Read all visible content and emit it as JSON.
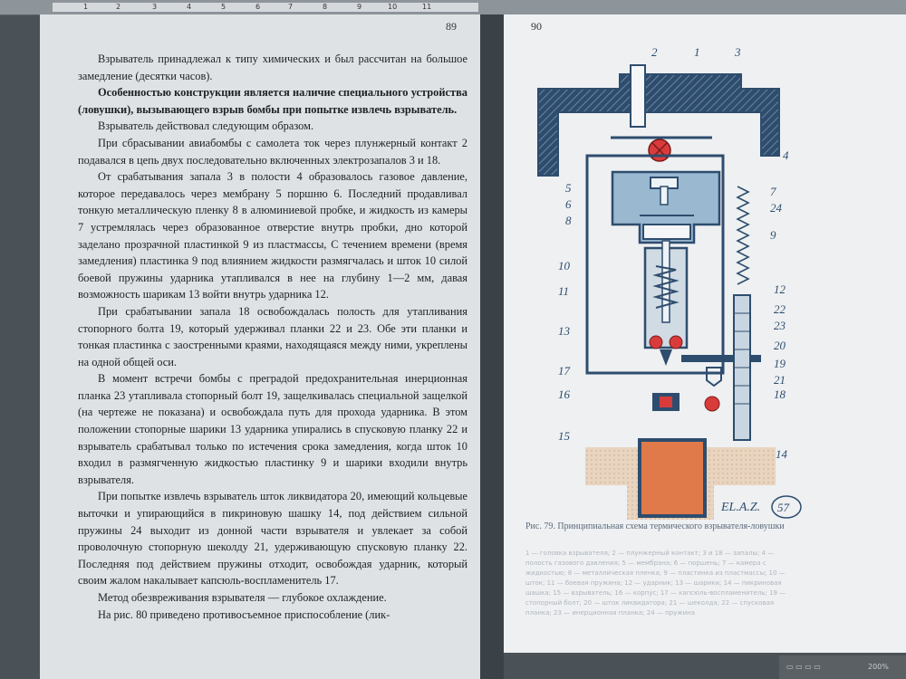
{
  "ruler": {
    "ticks": [
      "1",
      "2",
      "3",
      "4",
      "5",
      "6",
      "7",
      "8",
      "9",
      "10",
      "11"
    ]
  },
  "left_page": {
    "number": "89",
    "paragraphs": [
      {
        "text": "Взрыватель принадлежал к типу химических и был рассчитан на большое замедление (десятки часов).",
        "bold": false
      },
      {
        "text": "Особенностью конструкции является наличие специального устройства (ловушки), вызывающего взрыв бомбы при попытке извлечь взрыватель.",
        "bold": true
      },
      {
        "text": "Взрыватель действовал следующим образом.",
        "bold": false
      },
      {
        "text": "При сбрасывании авиабомбы с самолета ток через плунжерный контакт 2 подавался в цепь двух последовательно включенных электрозапалов 3 и 18.",
        "bold": false
      },
      {
        "text": "От срабатывания запала 3 в полости 4 образовалось газовое давление, которое передавалось через мембрану 5 поршню 6. Последний продавливал тонкую металлическую пленку 8 в алюминиевой пробке, и жидкость из камеры 7 устремлялась через образованное отверстие внутрь пробки, дно которой заделано прозрачной пластинкой 9 из пластмассы, С течением времени (время замедления) пластинка 9 под влиянием жидкости размягчалась и шток 10 силой боевой пружины ударника утапливался в нее на глубину 1—2 мм, давая возможность шарикам 13 войти внутрь ударника 12.",
        "bold": false
      },
      {
        "text": "При срабатывании запала 18 освобождалась полость для утапливания стопорного болта 19, который удерживал планки 22 и 23. Обе эти планки и тонкая пластинка с заостренными краями, находящаяся между ними, укреплены на одной общей оси.",
        "bold": false
      },
      {
        "text": "В момент встречи бомбы с преградой предохранительная инерционная планка 23 утапливала стопорный болт 19, защелкивалась специальной защелкой (на чертеже не показана) и освобождала путь для прохода ударника. В этом положении стопорные шарики 13 ударника упирались в спусковую планку 22 и взрыватель срабатывал только по истечения срока замедления, когда шток 10 входил в размягченную жидкостью пластинку 9 и шарики входили внутрь взрывателя.",
        "bold": false
      },
      {
        "text": "При попытке извлечь взрыватель шток ликвидатора 20, имеющий кольцевые выточки и упирающийся в пикриновую шашку 14, под действием сильной пружины 24 выходит из донной части взрывателя и увлекает за собой проволочную стопорную шеколду 21, удерживающую спусковую планку 22. Последняя под действием пружины отходит, освобождая ударник, который своим жалом накалывает капсюль-воспламенитель 17.",
        "bold": false
      },
      {
        "text": "Метод обезвреживания взрывателя — глубокое охлаждение.",
        "bold": false
      },
      {
        "text": "На рис. 80 приведено противосъемное приспособление (лик-",
        "bold": false
      }
    ]
  },
  "right_page": {
    "number": "90",
    "figure_labels": [
      "1",
      "2",
      "3",
      "4",
      "5",
      "6",
      "7",
      "8",
      "9",
      "10",
      "11",
      "12",
      "13",
      "14",
      "15",
      "16",
      "17",
      "18",
      "19",
      "20",
      "21",
      "22",
      "23",
      "24"
    ],
    "signature": "EL.A.Z.",
    "stamp_number": "57",
    "caption": "Рис. 79. Принципиальная схема термического взрывателя-ловушки",
    "legend_text": "1 — головка взрывателя; 2 — плунжерный контакт; 3 и 18 — запалы; 4 — полость газового давления; 5 — мембрана; 6 — поршень; 7 — камера с жидкостью; 8 — металлическая пленка; 9 — пластинка из пластмассы; 10 — шток; 11 — боевая пружина; 12 — ударник; 13 — шарики; 14 — пикриновая шашка; 15 — взрыватель; 16 — корпус; 17 — капсюль-воспламенитель; 19 — стопорный болт; 20 — шток ликвидатора; 21 — шеколда; 22 — спусковая планка; 23 — инерционная планка; 24 — пружина"
  },
  "status": {
    "zoom": "200%"
  },
  "colors": {
    "diagram_blue": "#2e4d6e",
    "liquid_light": "#9ab8d0",
    "charge_orange": "#e07a4a",
    "marker_red": "#d93b3b"
  }
}
